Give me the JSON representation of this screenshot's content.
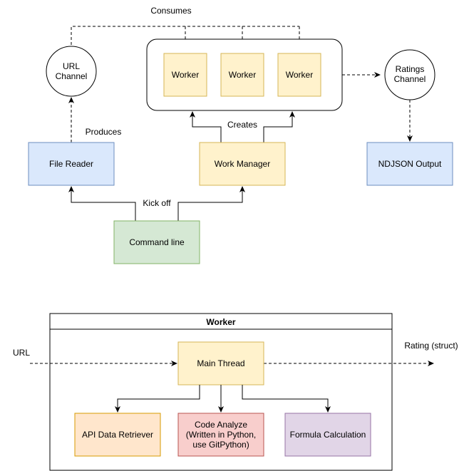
{
  "colors": {
    "blue_fill": "#dae8fc",
    "blue_stroke": "#6c8ebf",
    "yellow_fill": "#fff2cc",
    "yellow_stroke": "#d6b656",
    "green_fill": "#d5e8d4",
    "green_stroke": "#82b366",
    "orange_fill": "#ffe6cc",
    "orange_stroke": "#d79b00",
    "red_fill": "#f8cecc",
    "red_stroke": "#b85450",
    "purple_fill": "#e1d5e7",
    "purple_stroke": "#9673a6",
    "line": "#000000"
  },
  "top_diagram": {
    "url_channel": [
      "URL",
      "Channel"
    ],
    "ratings_channel": [
      "Ratings",
      "Channel"
    ],
    "workers": [
      "Worker",
      "Worker",
      "Worker"
    ],
    "file_reader": "File Reader",
    "work_manager": "Work Manager",
    "ndjson_output": "NDJSON Output",
    "command_line": "Command line",
    "labels": {
      "consumes": "Consumes",
      "produces": "Produces",
      "creates": "Creates",
      "kick_off": "Kick off"
    }
  },
  "worker_detail": {
    "title": "Worker",
    "url_label": "URL",
    "rating_label": "Rating (struct)",
    "main_thread": "Main Thread",
    "api_retriever": "API Data Retriever",
    "code_analyze": [
      "Code Analyze",
      "(Written in Python,",
      "use GitPython)"
    ],
    "formula": "Formula Calculation"
  }
}
